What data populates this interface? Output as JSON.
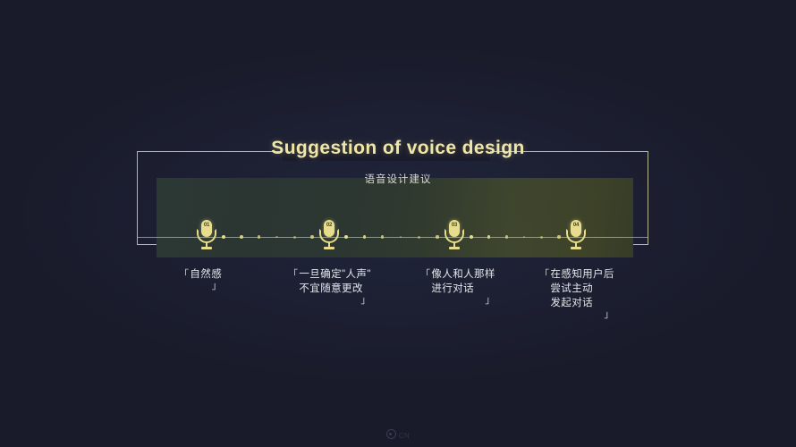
{
  "slide": {
    "title": "Suggestion of voice design",
    "subtitle": "语音设计建议",
    "background_color": "#191b2b",
    "accent_color": "#e8dd8c",
    "frame_color": "#b9b79a",
    "panel_gradient_from": "#2c3834",
    "panel_gradient_to": "#3c4128"
  },
  "timeline": {
    "steps": [
      {
        "number": "01",
        "icon": "microphone-icon",
        "caption_lines": [
          "自然感"
        ],
        "bracket_open": "「",
        "bracket_close": "」"
      },
      {
        "number": "02",
        "icon": "microphone-icon",
        "caption_lines": [
          "一旦确定\"人声\"",
          "不宜随意更改"
        ],
        "bracket_open": "「",
        "bracket_close": "」"
      },
      {
        "number": "03",
        "icon": "microphone-icon",
        "caption_lines": [
          "像人和人那样",
          "进行对话"
        ],
        "bracket_open": "「",
        "bracket_close": "」"
      },
      {
        "number": "04",
        "icon": "microphone-icon",
        "caption_lines": [
          "在感知用户后",
          "尝试主动",
          "发起对话"
        ],
        "bracket_open": "「",
        "bracket_close": "」"
      }
    ]
  },
  "watermark": {
    "label": "CN"
  }
}
